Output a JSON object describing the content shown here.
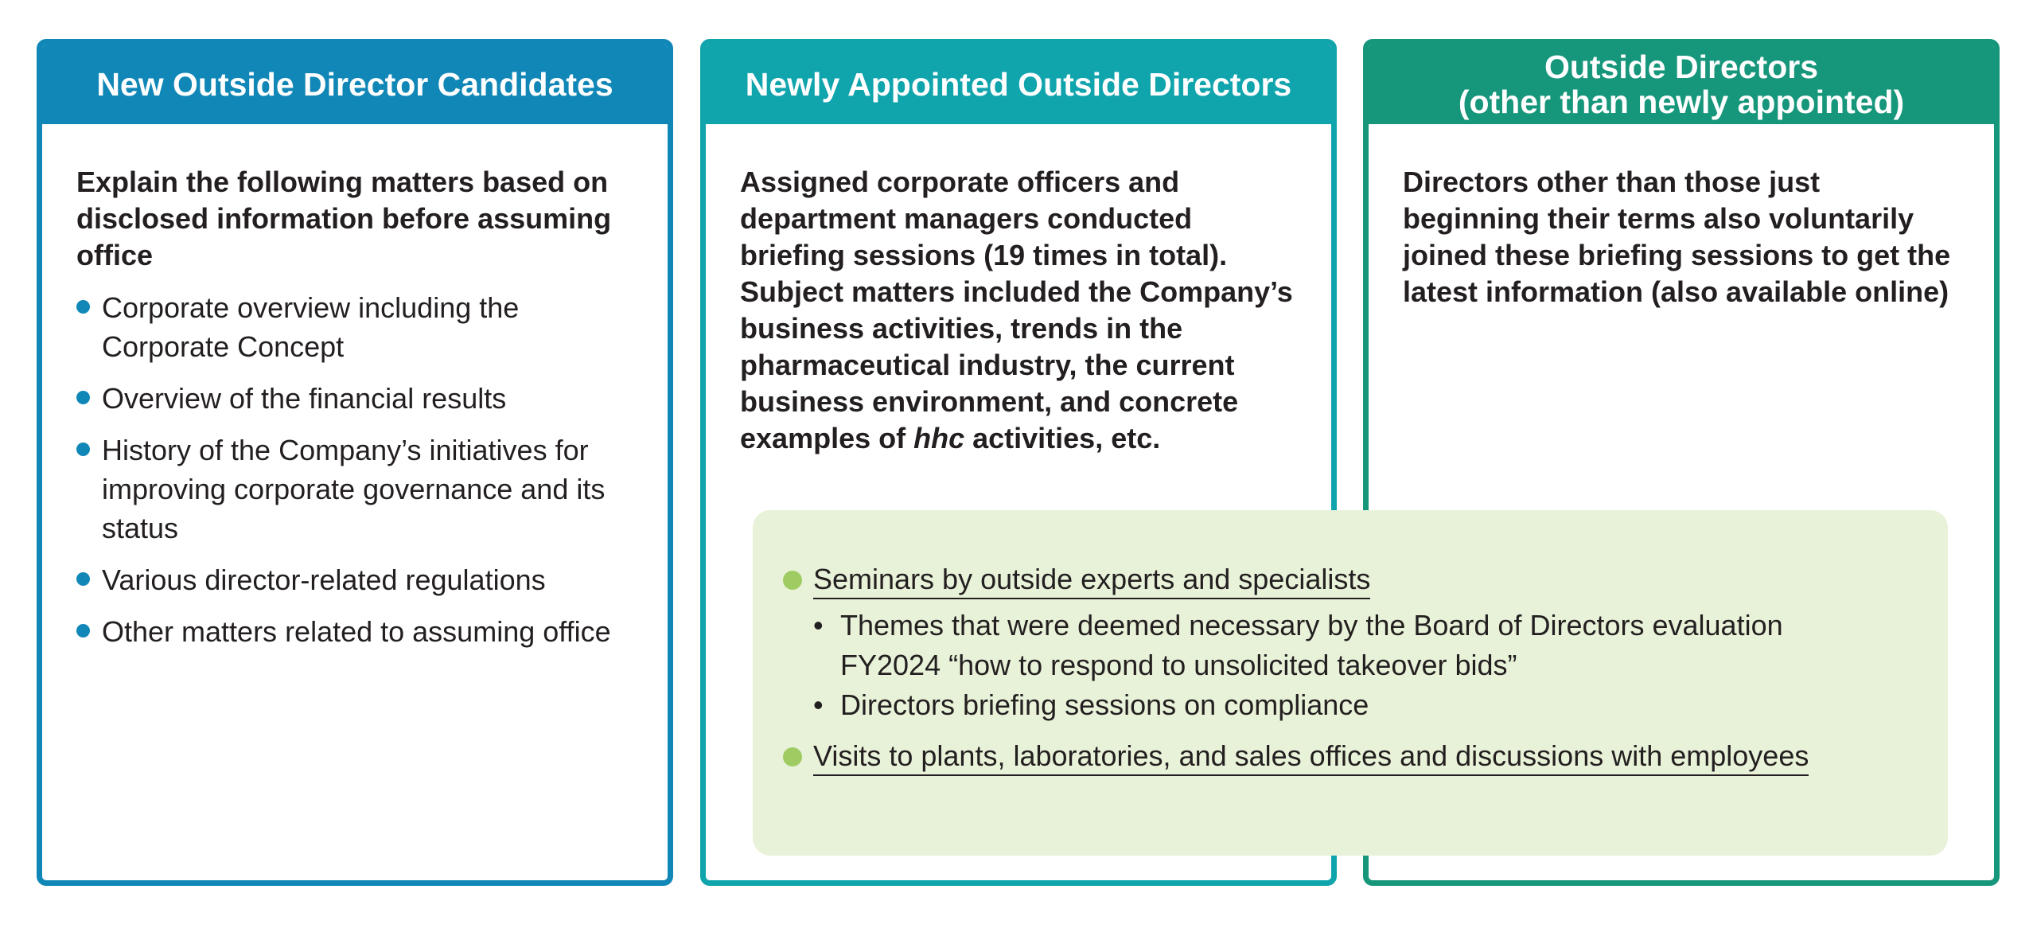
{
  "panels": [
    {
      "title_lines": [
        "New Outside Director Candidates"
      ],
      "lead": "Explain the following matters based on disclosed information before assuming office",
      "items": [
        "Corporate overview including the Corporate Concept",
        "Overview of the financial results",
        "History of the Company’s initiatives for improving corporate governance and its status",
        "Various director-related regulations",
        "Other matters related to assuming office"
      ],
      "color": "#1087b6"
    },
    {
      "title_lines": [
        "Newly Appointed Outside Directors"
      ],
      "lead_before": "Assigned corporate officers and department managers conducted briefing sessions (19 times in total). Subject matters included the Company’s business activities, trends in the pharmaceutical industry, the current business environment, and concrete examples of ",
      "lead_italic": "hhc",
      "lead_after": " activities, etc.",
      "color": "#10a4ad"
    },
    {
      "title_lines": [
        "Outside Directors",
        "(other than newly appointed)"
      ],
      "lead": "Directors other than those just beginning their terms also voluntarily joined these briefing sessions to get the latest information (also available online)",
      "color": "#16967a"
    }
  ],
  "common": {
    "items": [
      {
        "title": "Seminars by outside experts and specialists",
        "subs": [
          [
            "Themes that were deemed necessary by the Board of Directors evaluation",
            "FY2024 “how to respond to unsolicited takeover bids”"
          ],
          [
            "Directors briefing sessions on compliance"
          ]
        ]
      },
      {
        "title": "Visits to plants, laboratories, and sales offices and discussions with employees",
        "subs": []
      }
    ],
    "bg_color": "#e8f2d8",
    "bullet_color": "#9fcc62"
  }
}
